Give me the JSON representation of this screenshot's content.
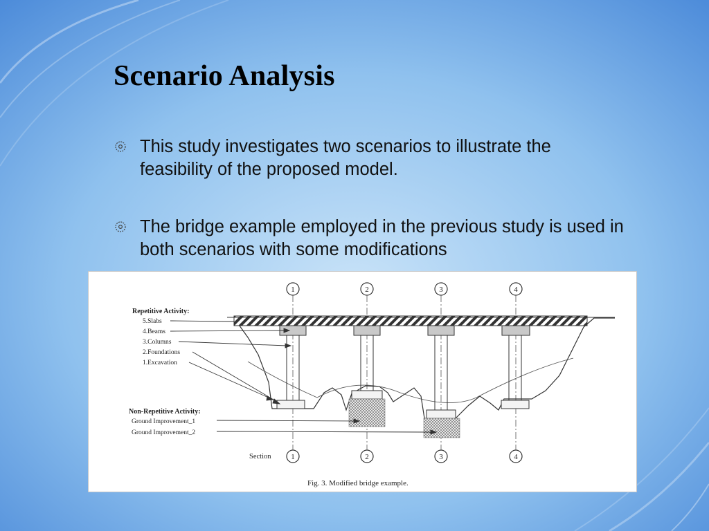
{
  "slide": {
    "title": "Scenario Analysis",
    "bullets": [
      "This study investigates two scenarios to illustrate the feasibility of the proposed model.",
      "The bridge example employed in the previous study is used in both scenarios with some modifications"
    ]
  },
  "figure": {
    "section_numbers": [
      "1",
      "2",
      "3",
      "4"
    ],
    "repetitive_heading": "Repetitive Activity:",
    "repetitive_items": [
      "5.Slabs",
      "4.Beams",
      "3.Columns",
      "2.Foundations",
      "1.Excavation"
    ],
    "non_repetitive_heading": "Non-Repetitive Activity:",
    "non_repetitive_items": [
      "Ground Improvement_1",
      "Ground Improvement_2"
    ],
    "section_label": "Section",
    "caption": "Fig. 3. Modified bridge example."
  },
  "colors": {
    "background": "#8ec0ec",
    "accent": "#4a86d8"
  }
}
